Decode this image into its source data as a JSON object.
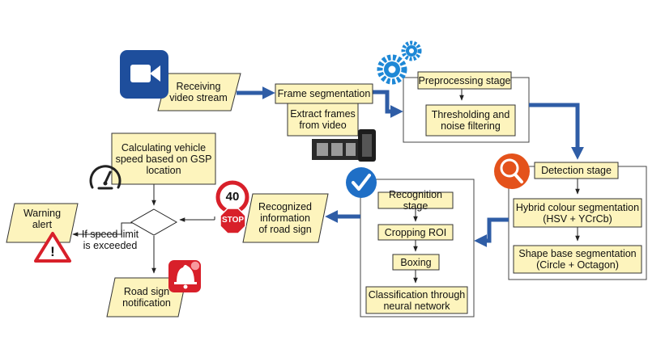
{
  "colors": {
    "box_fill": "#fdf4bd",
    "arrow_blue": "#2f5da6",
    "border": "#333333"
  },
  "nodes": {
    "receiving": "Receiving\nvideo stream",
    "frame_segmentation": "Frame segmentation",
    "extract_frames": "Extract frames\nfrom video",
    "preprocessing": "Preprocessing stage",
    "thresholding": "Thresholding and\nnoise filtering",
    "detection": "Detection stage",
    "hybrid": "Hybrid colour segmentation\n(HSV + YCrCb)",
    "shape": "Shape base segmentation\n(Circle + Octagon)",
    "recognition": "Recognition stage",
    "cropping": "Cropping ROI",
    "boxing": "Boxing",
    "classification": "Classification through\nneural network",
    "recognized_info": "Recognized\ninformation\nof road sign",
    "calculating": "Calculating vehicle\nspeed based on GSP\nlocation",
    "speed_limit": "If speed limit\nis exceeded",
    "warning": "Warning\nalert",
    "notification": "Road sign\nnotification"
  },
  "icons": {
    "sign_number": "40",
    "sign_stop": "STOP",
    "warning_mark": "!"
  },
  "icon_names": [
    "video-camera-icon",
    "gears-icon",
    "film-strip-icon",
    "search-icon",
    "check-icon",
    "speed-limit-sign-icon",
    "stop-sign-icon",
    "speedometer-icon",
    "warning-icon",
    "bell-icon"
  ]
}
